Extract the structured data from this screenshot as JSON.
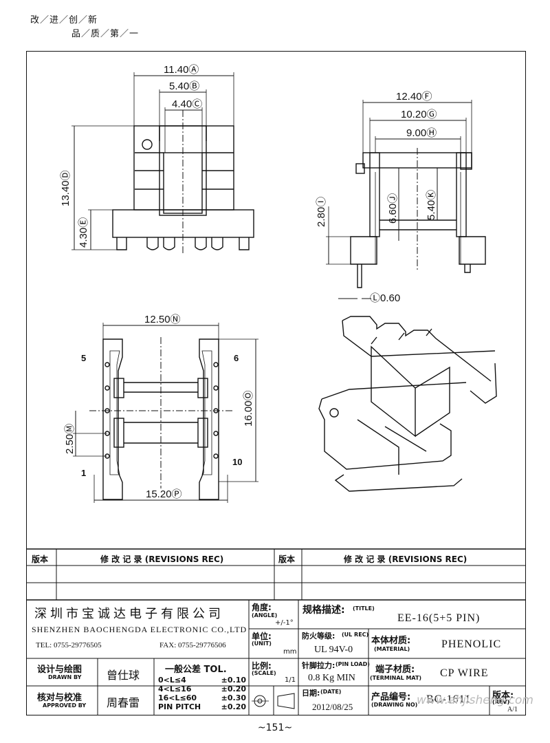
{
  "slogan": {
    "line1": "改／进／创／新",
    "line2": "品／质／第／一"
  },
  "drawing": {
    "dims": {
      "a": "11.40Ⓐ",
      "b": "5.40Ⓑ",
      "c": "4.40Ⓒ",
      "d": "13.40Ⓓ",
      "e": "4.30Ⓔ",
      "f": "12.40Ⓕ",
      "g": "10.20Ⓖ",
      "h": "9.00Ⓗ",
      "i": "2.80Ⓘ",
      "j": "6.60Ⓙ",
      "k": "5.40Ⓚ",
      "l": "Ⓛ0.60",
      "n": "12.50Ⓝ",
      "o": "16.00Ⓞ",
      "m": "2.50Ⓜ",
      "p": "15.20Ⓟ"
    },
    "pins": {
      "p5": "5",
      "p6": "6",
      "p1": "1",
      "p10": "10"
    }
  },
  "revisions": {
    "col1": "版本",
    "col2": "修 改 记 录 (REVISIONS REC)",
    "col3": "版本",
    "col4": "修 改 记 录 (REVISIONS REC)"
  },
  "titleblock": {
    "company_cn": "深圳市宝诚达电子有限公司",
    "company_en": "SHENZHEN BAOCHENGDA ELECTRONIC CO.,LTD",
    "tel": "TEL: 0755-29776505",
    "fax": "FAX: 0755-29776506",
    "angle_label": "角度:",
    "angle_sub": "(ANGLE)",
    "angle_val": "+/-1°",
    "unit_label": "单位:",
    "unit_sub": "(UNIT)",
    "unit_val": "mm",
    "scale_label": "比例:",
    "scale_sub": "(SCALE)",
    "scale_val": "1/1",
    "title_label": "规格描述:",
    "title_sub": "(TITLE)",
    "title_val": "EE-16(5+5 PIN)",
    "fire_label": "防火等级:",
    "fire_sub": "(UL REC)",
    "fire_val": "UL 94V-0",
    "material_label": "本体材质:",
    "material_sub": "(MATERIAL)",
    "material_val": "PHENOLIC",
    "pinload_label": "针脚拉力:",
    "pinload_sub": "(PIN LOAD)",
    "pinload_val": "0.8 Kg MIN",
    "terminal_label": "端子材质:",
    "terminal_sub": "(TERMINAL MAT)",
    "terminal_val": "CP WIRE",
    "date_label": "日期:",
    "date_sub": "(DATE)",
    "date_val": "2012/08/25",
    "drawno_label": "产品编号:",
    "drawno_sub": "(DRAWING NO)",
    "drawno_val": "BC-1611",
    "rev_label": "版本:",
    "rev_sub": "(REV)",
    "rev_val": "A/1",
    "drawn_label": "设计与绘图",
    "drawn_sub": "DRAWN BY",
    "drawn_val": "曾仕球",
    "approved_label": "核对与校准",
    "approved_sub": "APPROVED BY",
    "approved_val": "周春雷",
    "tol_title": "一般公差 TOL.",
    "tol_rows": [
      {
        "range": "0<L≤4",
        "val": "±0.10"
      },
      {
        "range": "4<L≤16",
        "val": "±0.20"
      },
      {
        "range": "16<L≤60",
        "val": "±0.30"
      },
      {
        "range": "PIN PITCH",
        "val": "±0.20"
      }
    ]
  },
  "page_number": "~151~",
  "watermark": "www.ahjisheng.com"
}
